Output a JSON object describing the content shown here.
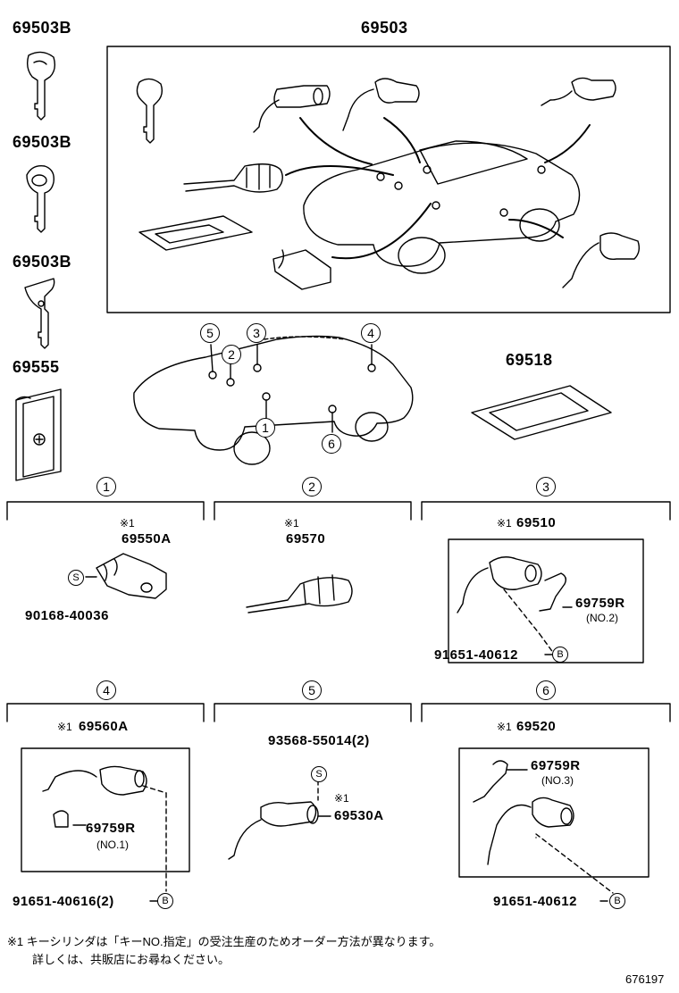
{
  "labels": {
    "key1": "69503B",
    "key2": "69503B",
    "key3": "69503B",
    "main_set": "69503",
    "case": "69555",
    "plate": "69518",
    "p1": "69550A",
    "p1_note": "※1",
    "p1_bolt": "90168-40036",
    "p2": "69570",
    "p2_note": "※1",
    "p3": "69510",
    "p3_note": "※1",
    "p3_sub": "69759R",
    "p3_sub_no": "(NO.2)",
    "p3_bolt": "91651-40612",
    "p4": "69560A",
    "p4_note": "※1",
    "p4_sub": "69759R",
    "p4_sub_no": "(NO.1)",
    "p4_bolt": "91651-40616(2)",
    "p5_bolt": "93568-55014(2)",
    "p5": "69530A",
    "p5_note": "※1",
    "p6": "69520",
    "p6_note": "※1",
    "p6_sub": "69759R",
    "p6_sub_no": "(NO.3)",
    "p6_bolt": "91651-40612"
  },
  "markers": {
    "s": "S",
    "b": "B",
    "n1": "1",
    "n2": "2",
    "n3": "3",
    "n4": "4",
    "n5": "5",
    "n6": "6"
  },
  "footnote": {
    "line1": "※1 キーシリンダは「キーNO.指定」の受注生産のためオーダー方法が異なります。",
    "line2": "詳しくは、共販店にお尋ねください。"
  },
  "figure_id": "676197"
}
